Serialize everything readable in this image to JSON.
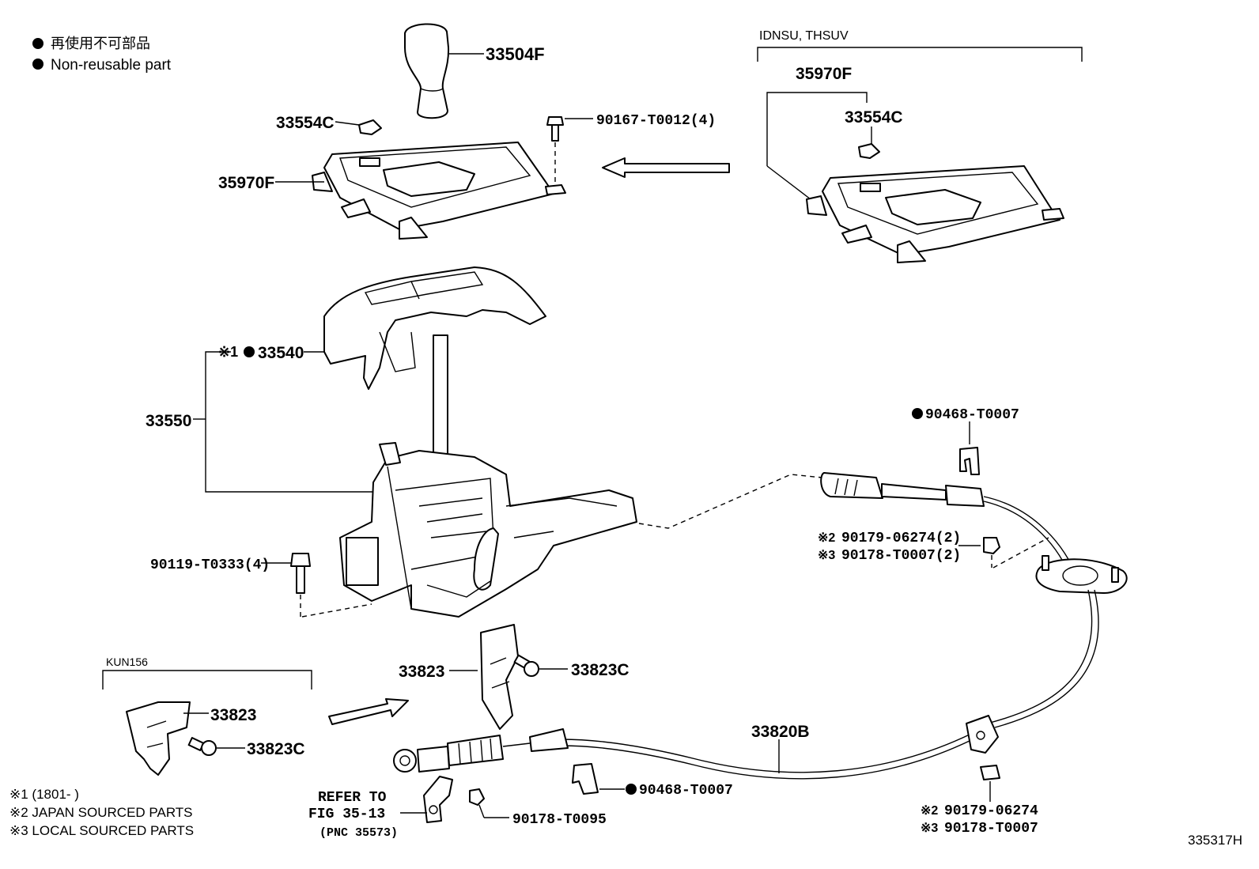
{
  "legend": {
    "jp": "再使用不可部品",
    "en": "Non-reusable part"
  },
  "variant_label": "IDNSU, THSUV",
  "kun_label": "KUN156",
  "parts": {
    "knob": "33504F",
    "bolt_top": "90167-T0012(4)",
    "cap_left": "33554C",
    "bezel_left": "35970F",
    "bezel_right": "35970F",
    "cap_right": "33554C",
    "cover_mark": "※1",
    "cover": "33540",
    "shift_assy": "33550",
    "bolt_left": "90119-T0333(4)",
    "clip_upper": "90468-T0007",
    "nut_mid_jp": "90179-06274(2)",
    "nut_mid_local": "90178-T0007(2)",
    "nut_mid_jp_mark": "※2",
    "nut_mid_local_mark": "※3",
    "bracket_center": "33823",
    "bolt_center": "33823C",
    "bracket_left": "33823",
    "bolt_left_small": "33823C",
    "cable": "33820B",
    "clip_lower": "90468-T0007",
    "nut_lower": "90178-T0095",
    "nut_br_jp": "90179-06274",
    "nut_br_local": "90178-T0007",
    "nut_br_jp_mark": "※2",
    "nut_br_local_mark": "※3"
  },
  "refer": {
    "line1": "REFER TO",
    "line2": "FIG 35-13",
    "line3": "(PNC 35573)"
  },
  "notes": [
    "※1 (1801-      )",
    "※2 JAPAN SOURCED PARTS",
    "※3 LOCAL SOURCED PARTS"
  ],
  "figure_id": "335317H"
}
